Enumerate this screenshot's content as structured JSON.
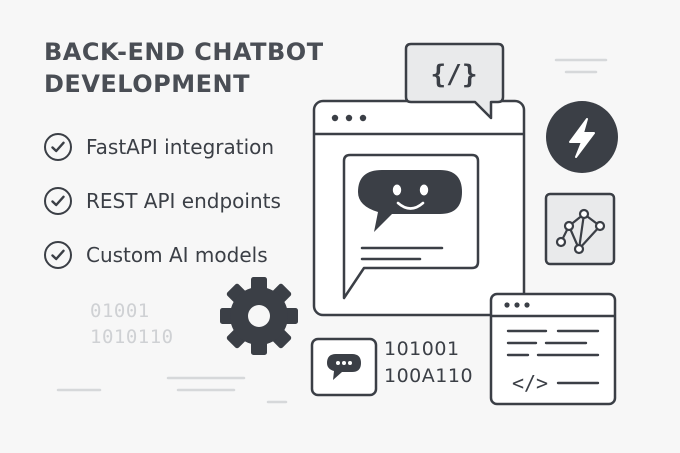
{
  "title": {
    "line1": "BACK-END CHATBOT",
    "line2": "DEVELOPMENT"
  },
  "features": [
    {
      "label": "FastAPI integration",
      "icon": "check-circle-icon"
    },
    {
      "label": "REST API endpoints",
      "icon": "check-circle-icon"
    },
    {
      "label": "Custom AI models",
      "icon": "check-circle-icon"
    }
  ],
  "code_bubble_text": "{/}",
  "binary_left": [
    "01001",
    "1010110"
  ],
  "binary_right": [
    "101001",
    "100A110"
  ],
  "code_window_text": "</>",
  "colors": {
    "ink": "#3b3f46",
    "muted": "#cfd1d4",
    "panel": "#ffffff",
    "bubble": "#e9eaeb",
    "background": "#f7f7f7"
  }
}
